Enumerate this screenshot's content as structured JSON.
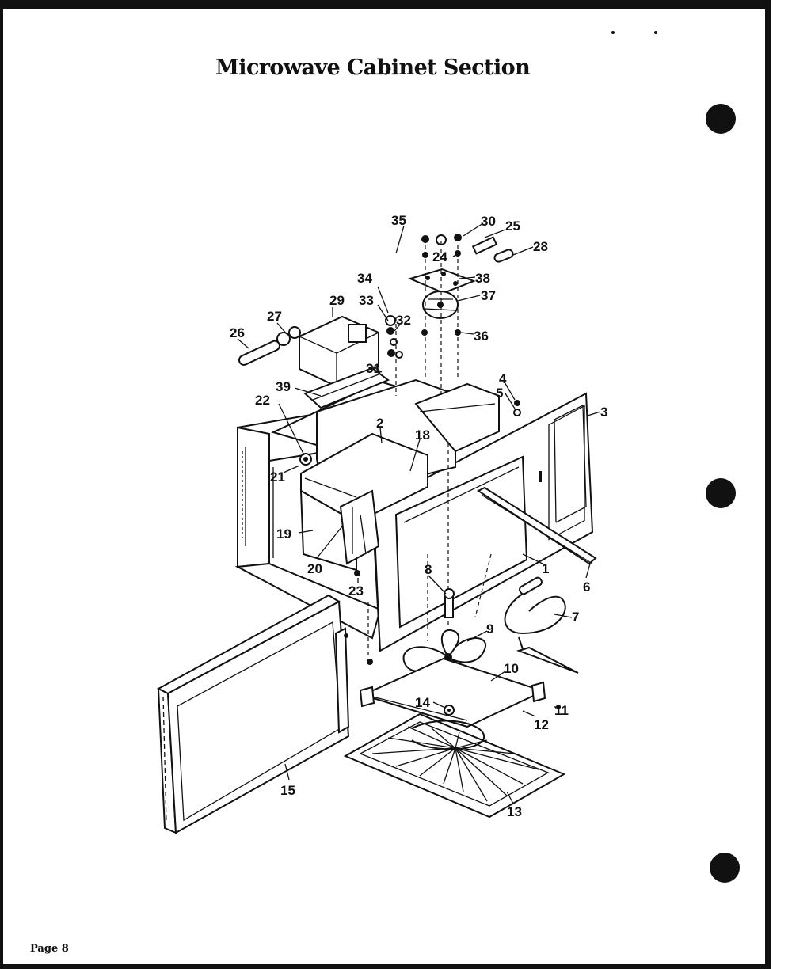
{
  "page": {
    "title": "Microwave Cabinet Section",
    "page_number": "Page 8"
  },
  "diagram": {
    "callouts": {
      "c1": "1",
      "c2": "2",
      "c3": "3",
      "c4": "4",
      "c5": "5",
      "c6": "6",
      "c7": "7",
      "c8": "8",
      "c9": "9",
      "c10": "10",
      "c11": "11",
      "c12": "12",
      "c13": "13",
      "c14": "14",
      "c15": "15",
      "c18": "18",
      "c19": "19",
      "c20": "20",
      "c21": "21",
      "c22": "22",
      "c23": "23",
      "c24": "24",
      "c25": "25",
      "c26": "26",
      "c27": "27",
      "c28": "28",
      "c29": "29",
      "c30": "30",
      "c31": "31",
      "c32": "32",
      "c33": "33",
      "c34": "34",
      "c35": "35",
      "c36": "36",
      "c37": "37",
      "c38": "38",
      "c39": "39"
    }
  }
}
